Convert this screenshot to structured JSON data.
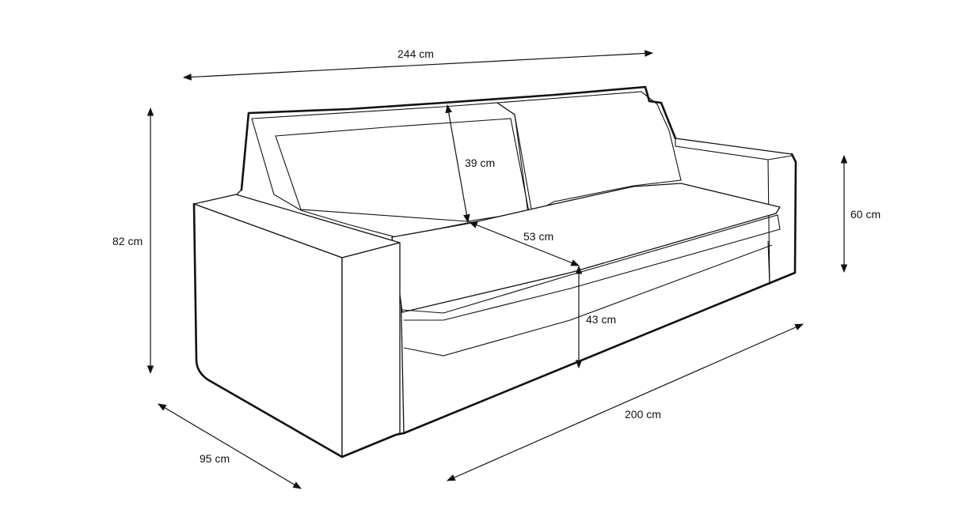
{
  "dimensions": {
    "total_width": "244 cm",
    "total_height": "82 cm",
    "arm_height": "60 cm",
    "backrest_height": "39 cm",
    "seat_depth": "53 cm",
    "seat_height": "43 cm",
    "seat_width": "200 cm",
    "total_depth": "95 cm"
  }
}
